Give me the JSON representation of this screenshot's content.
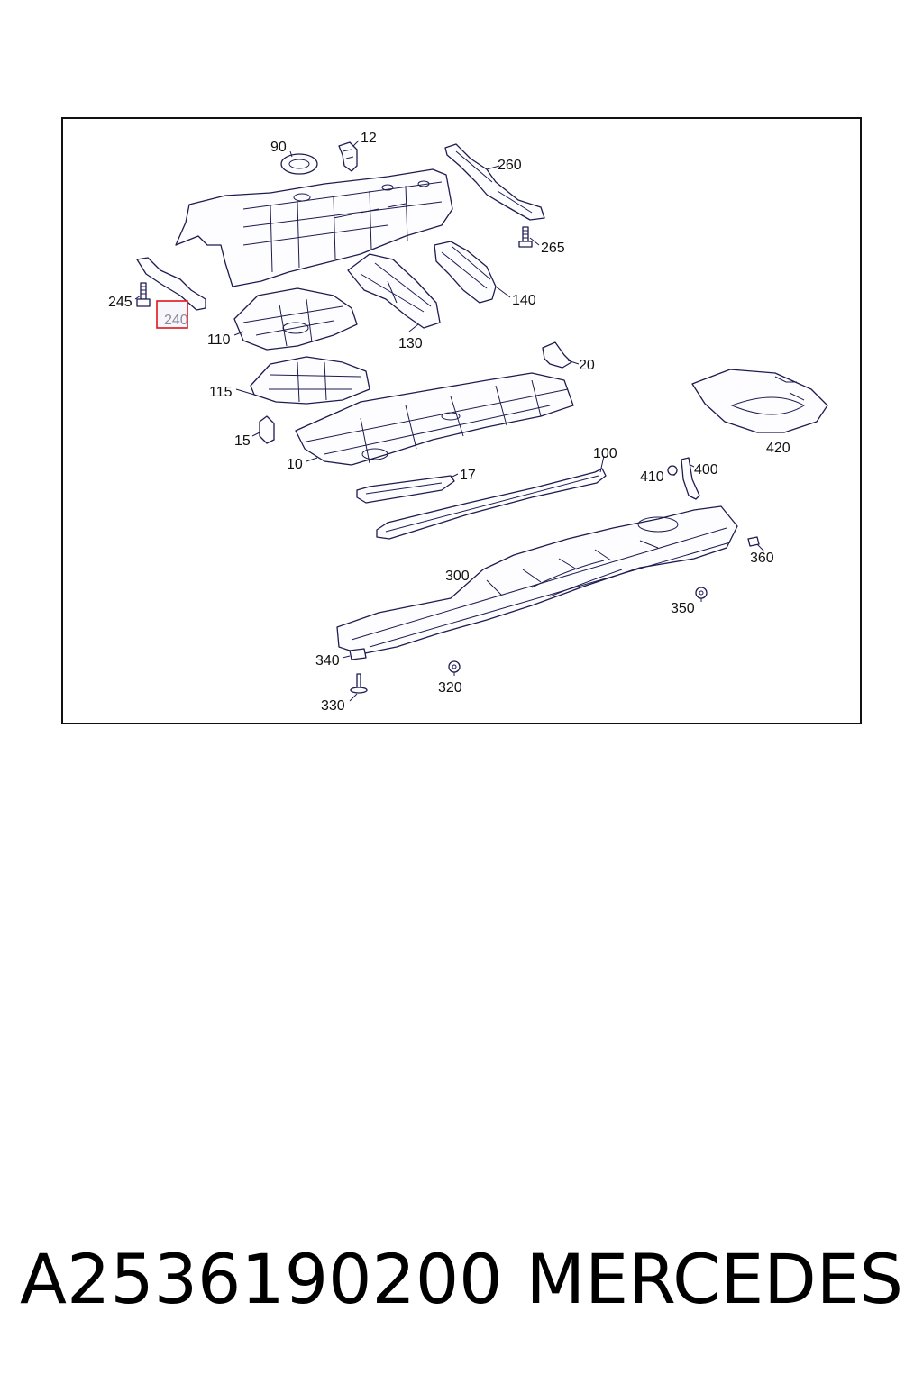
{
  "diagram": {
    "callouts": [
      {
        "id": "90",
        "label": "90"
      },
      {
        "id": "12",
        "label": "12"
      },
      {
        "id": "260",
        "label": "260"
      },
      {
        "id": "265",
        "label": "265"
      },
      {
        "id": "245",
        "label": "245"
      },
      {
        "id": "240",
        "label": "240",
        "highlighted": true,
        "highlight_color": "#e0141a"
      },
      {
        "id": "110",
        "label": "110"
      },
      {
        "id": "130",
        "label": "130"
      },
      {
        "id": "140",
        "label": "140"
      },
      {
        "id": "20",
        "label": "20"
      },
      {
        "id": "115",
        "label": "115"
      },
      {
        "id": "15",
        "label": "15"
      },
      {
        "id": "10",
        "label": "10"
      },
      {
        "id": "17",
        "label": "17"
      },
      {
        "id": "100",
        "label": "100"
      },
      {
        "id": "410",
        "label": "410"
      },
      {
        "id": "400",
        "label": "400"
      },
      {
        "id": "420",
        "label": "420"
      },
      {
        "id": "300",
        "label": "300"
      },
      {
        "id": "360",
        "label": "360"
      },
      {
        "id": "350",
        "label": "350"
      },
      {
        "id": "340",
        "label": "340"
      },
      {
        "id": "320",
        "label": "320"
      },
      {
        "id": "330",
        "label": "330"
      }
    ],
    "line_color": "#1d1b4f"
  },
  "caption": {
    "part_number": "A2536190200",
    "brand": "MERCEDES"
  }
}
